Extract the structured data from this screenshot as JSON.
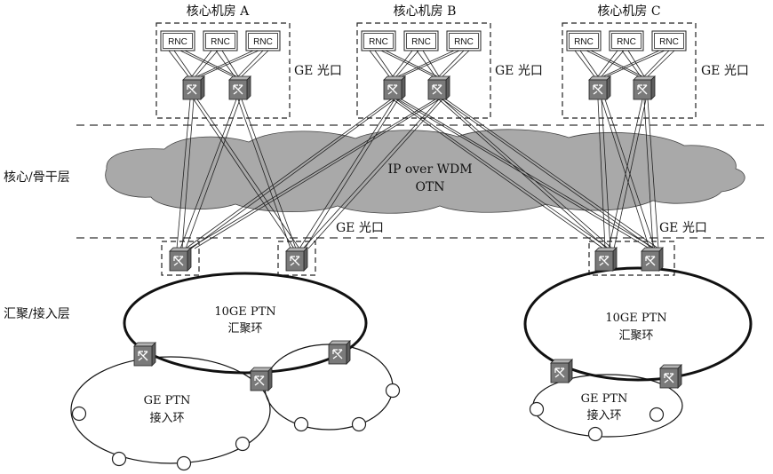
{
  "rooms": [
    {
      "title": "核心机房 A",
      "ge_label": "GE 光口",
      "rnc_labels": [
        "RNC",
        "RNC",
        "RNC"
      ]
    },
    {
      "title": "核心机房 B",
      "ge_label": "GE 光口",
      "rnc_labels": [
        "RNC",
        "RNC",
        "RNC"
      ]
    },
    {
      "title": "核心机房 C",
      "ge_label": "GE 光口",
      "rnc_labels": [
        "RNC",
        "RNC",
        "RNC"
      ]
    }
  ],
  "layers": {
    "core": "核心/骨干层",
    "aggregation": "汇聚/接入层"
  },
  "cloud": {
    "line1": "IP over WDM",
    "line2": "OTN"
  },
  "ge_port_left": "GE 光口",
  "ge_port_right": "GE 光口",
  "aggregation_rings": [
    {
      "line1": "10GE PTN",
      "line2": "汇聚环"
    },
    {
      "line1": "10GE PTN",
      "line2": "汇聚环"
    }
  ],
  "access_rings": [
    {
      "line1": "GE PTN",
      "line2": "接入环"
    },
    {
      "line1": "GE PTN",
      "line2": "接入环"
    }
  ],
  "colors": {
    "cloud_fill": "#a9a9a9",
    "router_front": "#7a7a7a",
    "router_top": "#b3b3b3",
    "router_side": "#5e5e5e"
  }
}
